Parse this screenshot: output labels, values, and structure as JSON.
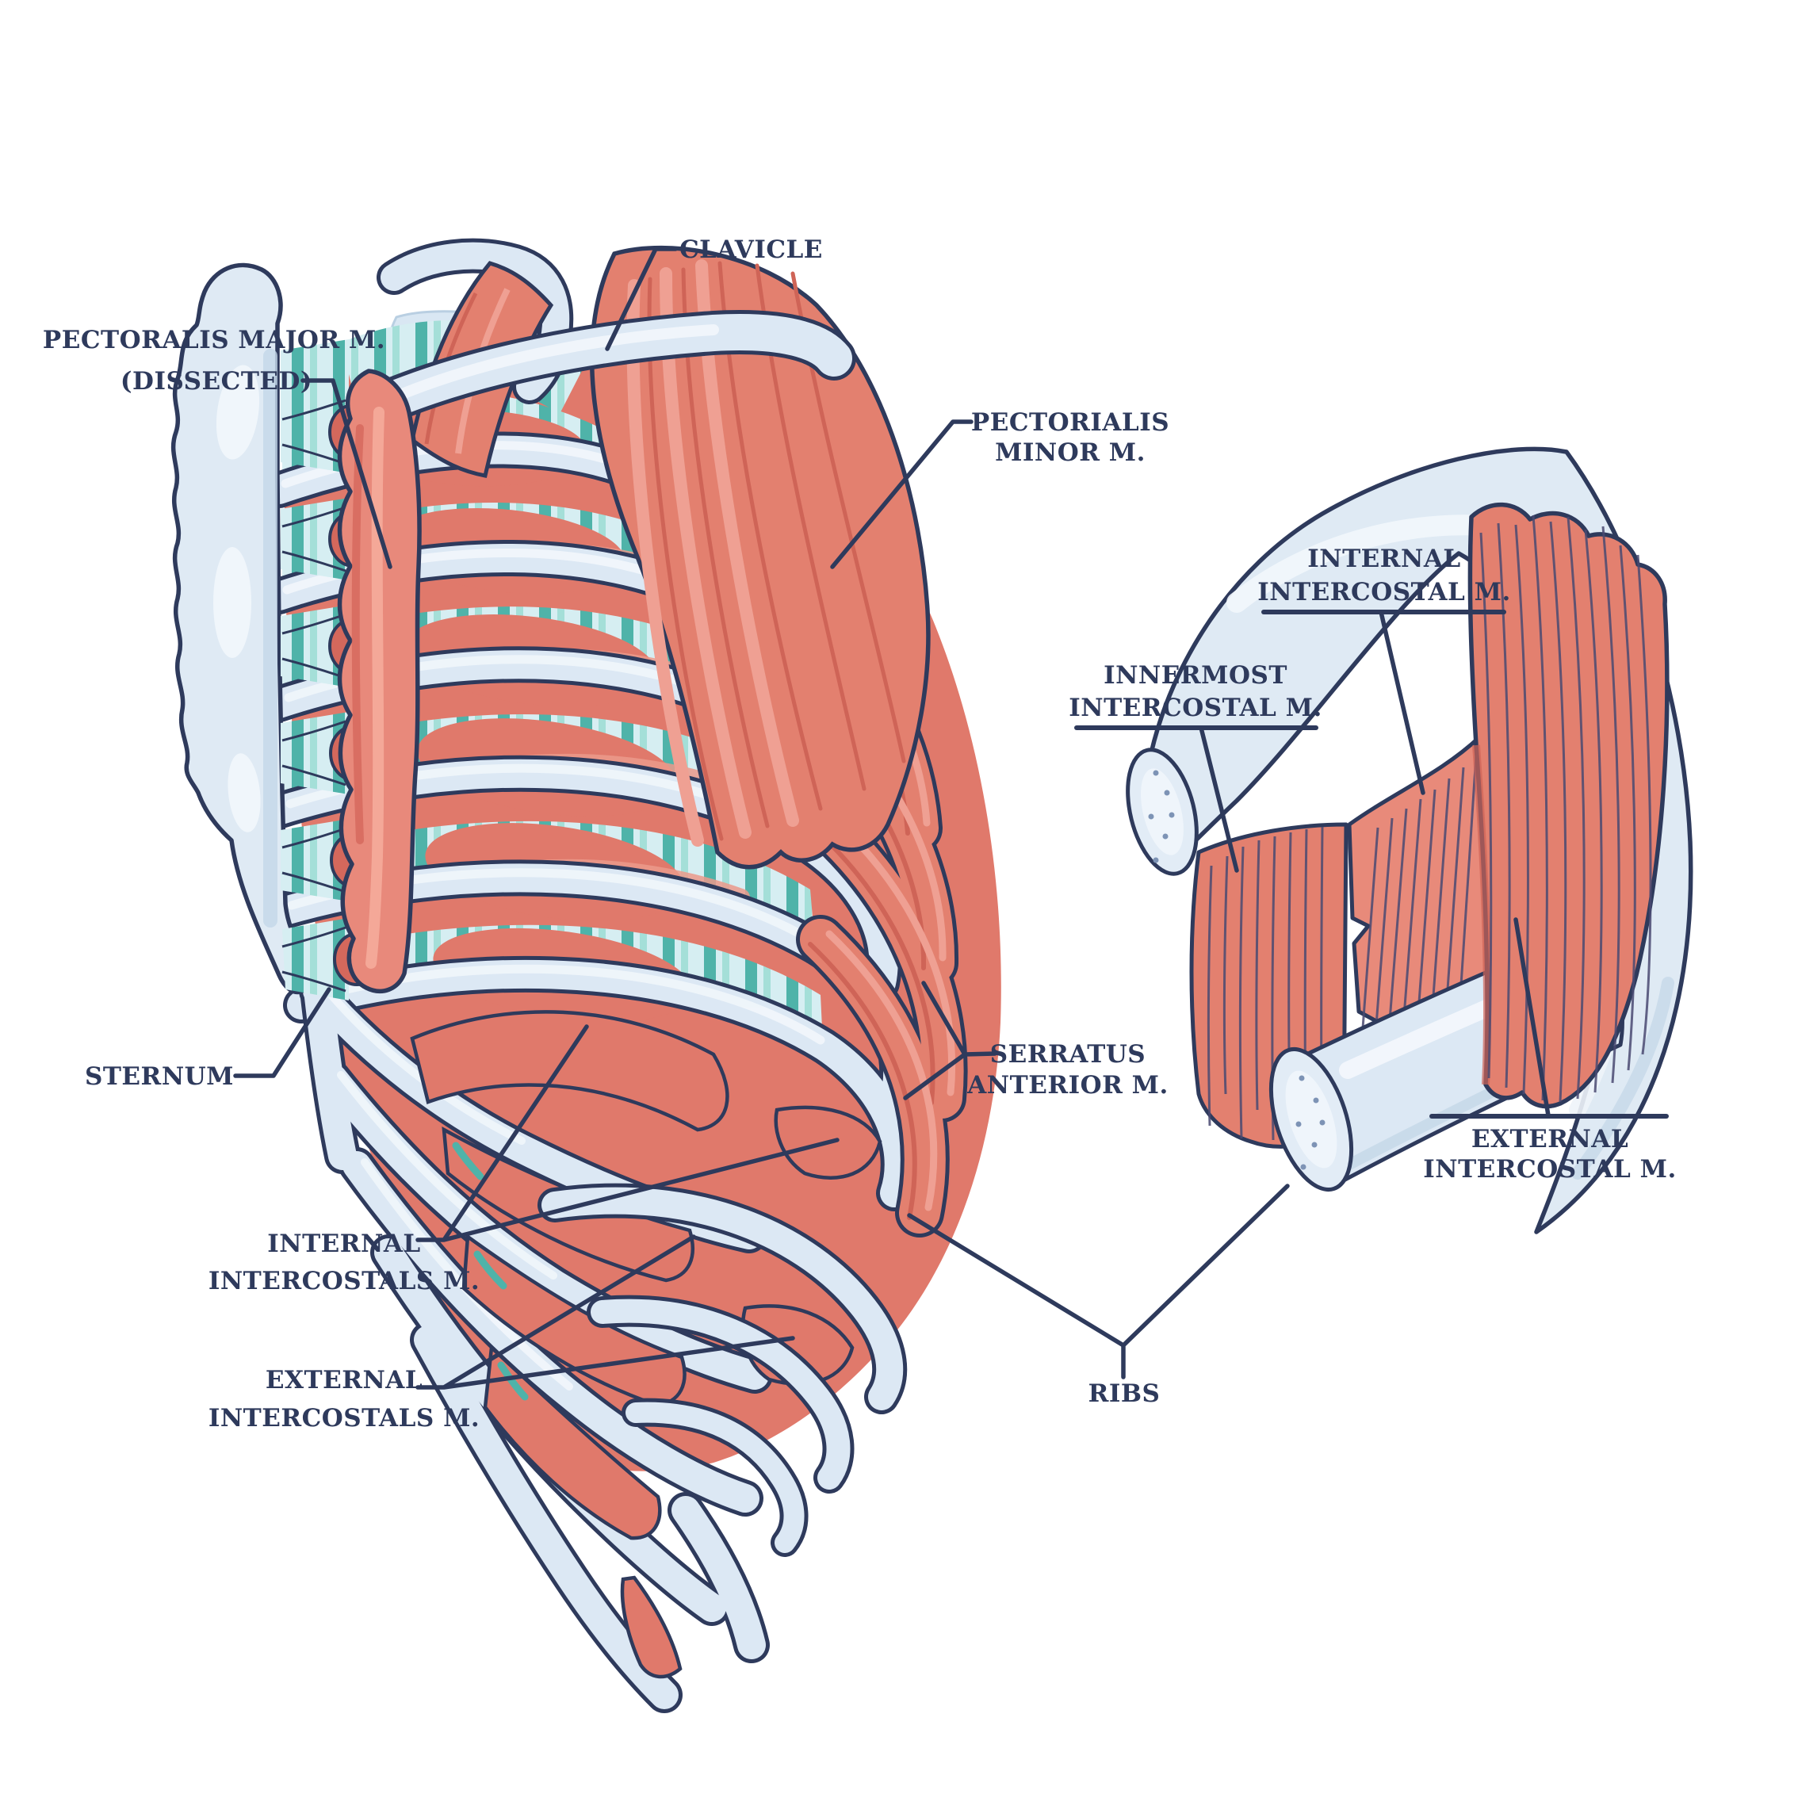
{
  "figure": {
    "background": "#ffffff",
    "outline_color": "#2e3a5c",
    "bone_color": "#dfeaf4",
    "bone_shade": "#c3d7e8",
    "bone_highlight": "#f0f6fb",
    "muscle_color": "#e3806f",
    "muscle_dark": "#cf6457",
    "muscle_light": "#efa093",
    "teal_color": "#4fb3a9",
    "teal_light": "#a4dfd8",
    "membrane_color": "#d6eef2",
    "label_color": "#2e3a5c"
  },
  "labels": {
    "pectoralis_major": {
      "line1": "PECTORALIS MAJOR M.",
      "line2": "(DISSECTED)"
    },
    "clavicle": {
      "line1": "CLAVICLE"
    },
    "pectorialis_minor": {
      "line1": "PECTORIALIS",
      "line2": "MINOR M."
    },
    "internal_intercostal_inset": {
      "line1": "INTERNAL",
      "line2": "INTERCOSTAL M."
    },
    "innermost_intercostal_inset": {
      "line1": "INNERMOST",
      "line2": "INTERCOSTAL M."
    },
    "sternum": {
      "line1": "STERNUM"
    },
    "serratus_anterior": {
      "line1": "SERRATUS",
      "line2": "ANTERIOR M."
    },
    "internal_intercostals_main": {
      "line1": "INTERNAL",
      "line2": "INTERCOSTALS M."
    },
    "external_intercostals_main": {
      "line1": "EXTERNAL",
      "line2": "INTERCOSTALS M."
    },
    "ribs": {
      "line1": "RIBS"
    },
    "external_intercostal_inset": {
      "line1": "EXTERNAL",
      "line2": "INTERCOSTAL M."
    }
  }
}
